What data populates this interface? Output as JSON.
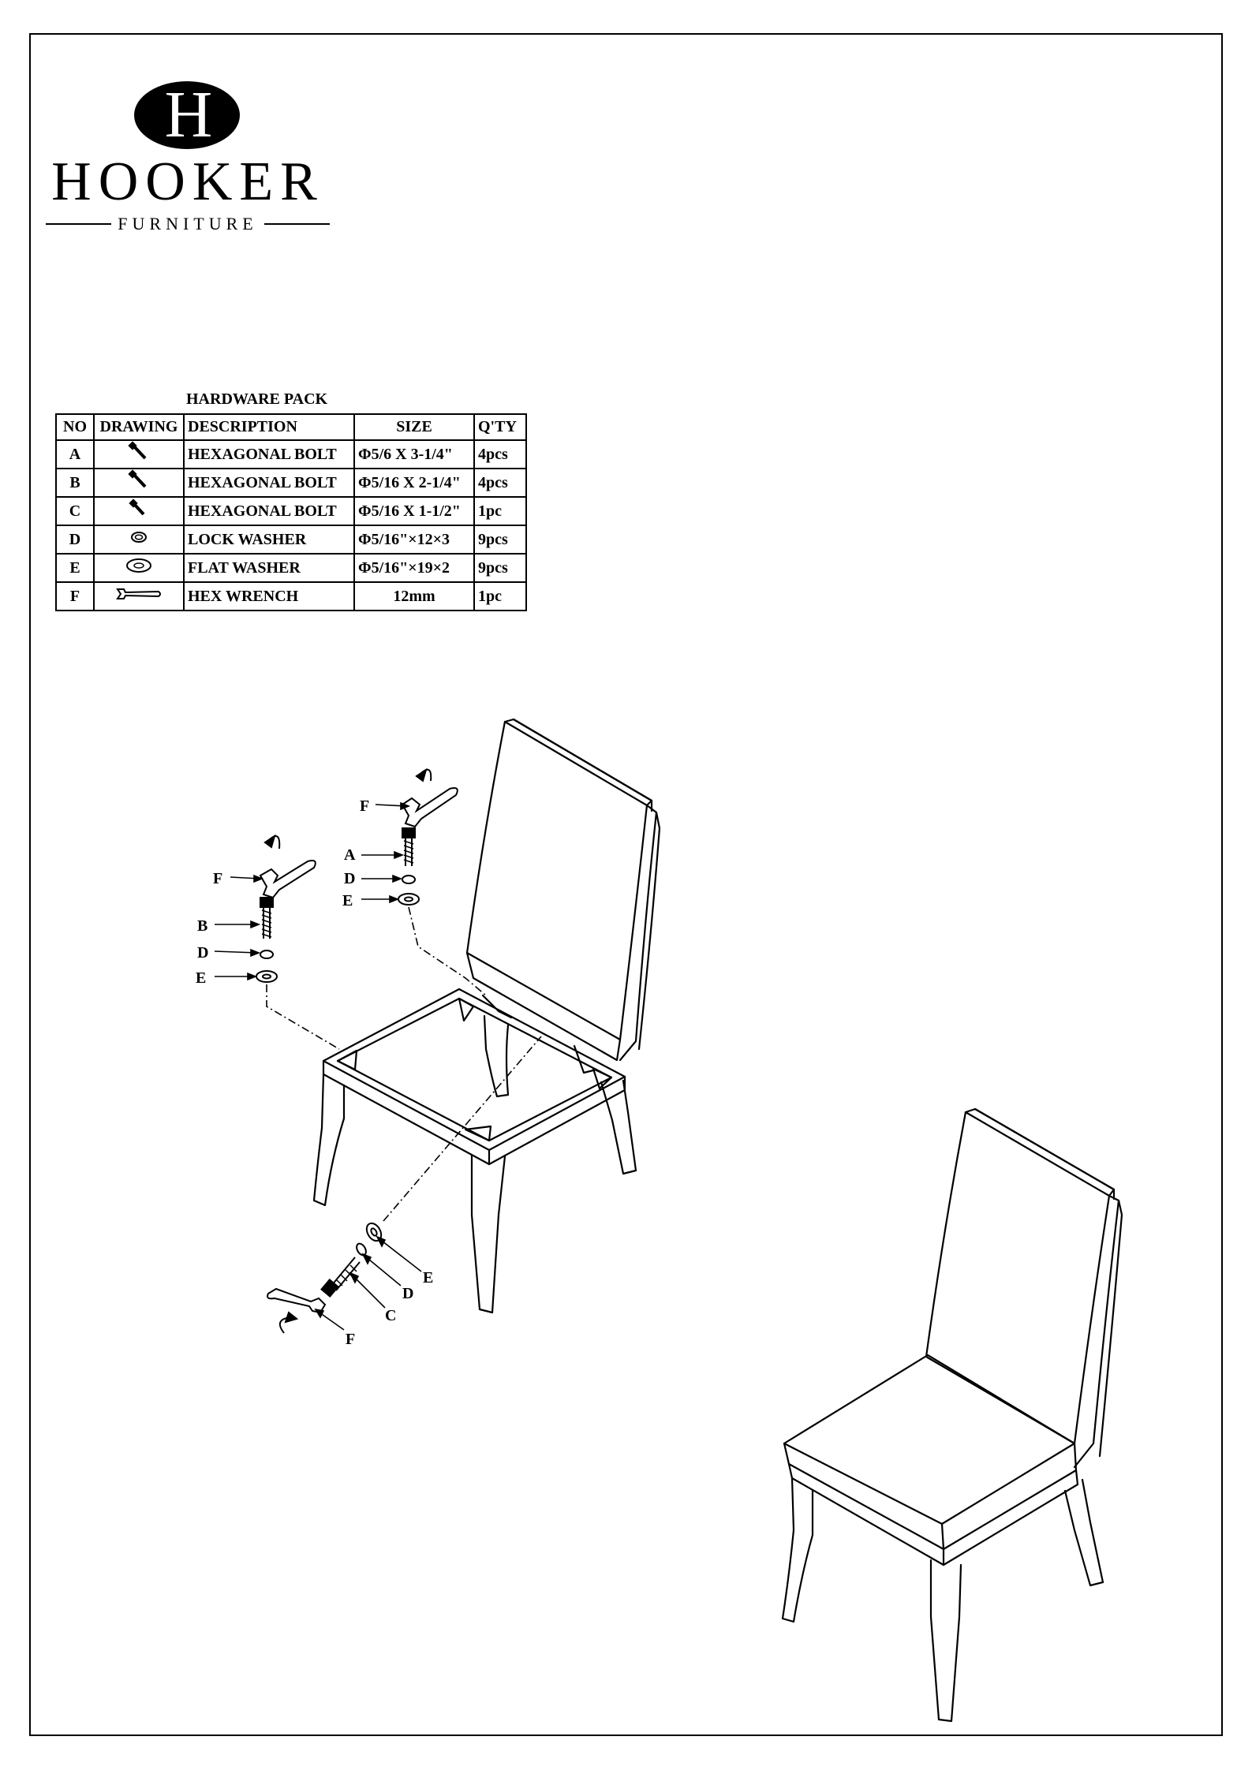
{
  "brand": {
    "monogram": "H",
    "name": "HOOKER",
    "sub": "FURNITURE"
  },
  "hardware_pack": {
    "title": "HARDWARE PACK",
    "headers": [
      "NO",
      "DRAWING",
      "DESCRIPTION",
      "SIZE",
      "Q'TY"
    ],
    "rows": [
      {
        "no": "A",
        "drawing": "bolt-icon",
        "description": "HEXAGONAL BOLT",
        "size": "Φ5/6 X 3-1/4\"",
        "qty": "4pcs"
      },
      {
        "no": "B",
        "drawing": "bolt-icon",
        "description": "HEXAGONAL BOLT",
        "size": "Φ5/16 X 2-1/4\"",
        "qty": "4pcs"
      },
      {
        "no": "C",
        "drawing": "bolt-icon",
        "description": "HEXAGONAL BOLT",
        "size": "Φ5/16 X 1-1/2\"",
        "qty": "1pc"
      },
      {
        "no": "D",
        "drawing": "lock-washer-icon",
        "description": "LOCK WASHER",
        "size": "Φ5/16\"×12×3",
        "qty": "9pcs"
      },
      {
        "no": "E",
        "drawing": "flat-washer-icon",
        "description": "FLAT WASHER",
        "size": "Φ5/16\"×19×2",
        "qty": "9pcs"
      },
      {
        "no": "F",
        "drawing": "wrench-icon",
        "description": "HEX WRENCH",
        "size": "12mm",
        "qty": "1pc"
      }
    ]
  },
  "diagram_labels": {
    "top_right": {
      "f": "F",
      "a": "A",
      "d": "D",
      "e": "E"
    },
    "left": {
      "f": "F",
      "b": "B",
      "d": "D",
      "e": "E"
    },
    "bottom": {
      "e": "E",
      "d": "D",
      "c": "C",
      "f": "F"
    }
  }
}
